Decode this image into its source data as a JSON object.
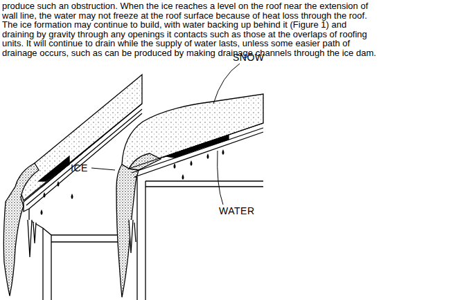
{
  "diagram": {
    "labels": [
      "produce such an obstruction. When the ice reaches a level on the roof near the extension of",
      "wall line, the water may not freeze at the roof surface because of heat loss through the roof.",
      "The ice formation may continue to build, with water backing up behind it (Figure 1) and",
      "draining by gravity through any openings it contacts such as those at the overlaps of roofing",
      "units. It will continue to drain while the supply of water lasts, unless some easier path of",
      "drainage occurs, such as can be produced by making drainage channels through the ice dam.",
      "SNOW",
      "ICE",
      "WATER"
    ]
  }
}
